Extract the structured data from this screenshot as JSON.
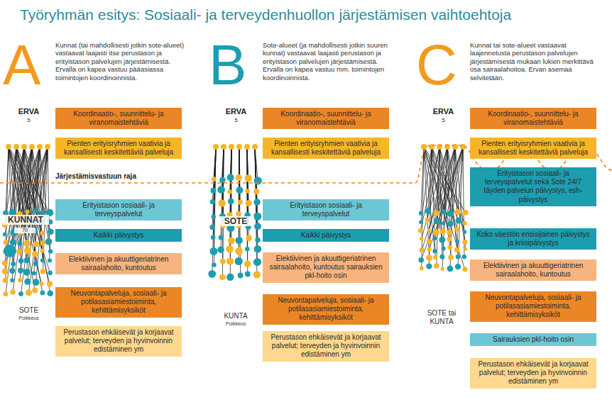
{
  "diagram": {
    "title": "Työryhmän esitys: Sosiaali- ja terveydenhuollon järjestämisen vaihtoehtoja",
    "nodes": [
      {
        "text": [
          "Koordinaatio-, suunnittelu- ja viranomaistehtäviä"
        ]
      },
      {
        "text": [
          "Pienten erityisryhmien vaativia ja kansallisesti keskitettäviä palveluja"
        ]
      },
      {
        "text": [
          "Erityistason sosiaali- ja terveyspalvelut"
        ]
      },
      {
        "text": [
          "Kaikki päivystys"
        ]
      },
      {
        "text": [
          "Elektiivinen ja akuuttigeriatrinen sairaalahoito, kuntoutus"
        ]
      },
      {
        "text": [
          "Neuvontapalveluja, sosiaali- ja potilasasiamiestoiminta, kehittämisyksiköt"
        ]
      },
      {
        "text": [
          "Perustason ehkäisevät ja korjaavat palvelut; terveyden ja hyvinvoinnin edistäminen ym"
        ]
      },
      {
        "text": [
          "Koordinaatio-, suunnittelu- ja viranomaistehtäviä"
        ]
      },
      {
        "text": [
          "Pienten erityisryhmien vaativia ja kansallisesti keskitettäviä palveluja"
        ]
      },
      {
        "text": [
          "Erityistason sosiaali- ja terveyspalvelut"
        ]
      },
      {
        "text": [
          "Kaikki päivystys"
        ]
      },
      {
        "text": [
          "Elektiivinen ja akuuttigeriatrinen sairaalahoito, kuntoutus sairauksien pkl-hoito osin"
        ]
      },
      {
        "text": [
          "Neuvontapalveluja, sosiaali- ja potilasasiamiestoiminta, kehittämisyksiköt"
        ]
      },
      {
        "text": [
          "Perustason ehkäisevät ja korjaavat palvelut; terveyden ja hyvinvoinnin edistäminen ym"
        ]
      },
      {
        "text": [
          "Koordinaatio-, suunnittelu- ja viranomaistehtäviä"
        ]
      },
      {
        "text": [
          "Pienten erityisryhmien vaativia ja kansallisesti keskitettäviä palveluja"
        ]
      },
      {
        "text": [
          "Erityistason sosiaali- ja terveyspalvelut sekä Sote 24/7 täyden palvelun päivystys, esh-päivystys"
        ]
      },
      {
        "text": [
          "Koko väestön ensisijainen päivystys ja kriisipäivystys"
        ]
      },
      {
        "text": [
          "Elektiivinen ja akuuttigeriatrinen sairaalahoito, kuntoutus"
        ]
      },
      {
        "text": [
          "Neuvontapalveluja, sosiaali- ja potilasasiamiestoiminta, kehittämisyksiköt"
        ]
      },
      {
        "text": [
          "Sairauksien pkl-hoito osin"
        ]
      },
      {
        "text": [
          "Perustason ehkäisevät ja korjaavat palvelut; terveyden ja hyvinvoinnin edistäminen ym"
        ]
      }
    ],
    "edges": [],
    "labels": [
      "A",
      "Kunnat (tai mahdollisesti jotkin sote-alueet) vastaavat laajasti itse perustason ja erityistason palvelujen järjestämisestä. Ervalla on kapea vastuu pääasiassa toimintojen koordinoinnista.",
      "ERVA",
      "5",
      "Järjestämisvastuun raja",
      "KUNNAT",
      "70",
      "SOTE",
      "Poikkeus",
      "B",
      "Sote-alueet (ja mahdollisesti jotkin suuren kunnat) vastaavat laajasti perustason ja erityistason palvelujen järjestämisestä. Ervalla on kapea vastuu mm. toimintojen koordinoinnista.",
      "ERVA",
      "5",
      "SOTE",
      "KUNTA",
      "Poikkeus",
      "C",
      "Kunnat tai sote-alueet vastaavat laajennetusta perustason palvelujen järjestämisestä mukaan lukien merkittävä osa sairaalahoitoa. Ervan asemaa selvitetään.",
      "ERVA",
      "5",
      "SOTE tai KUNTA"
    ]
  }
}
